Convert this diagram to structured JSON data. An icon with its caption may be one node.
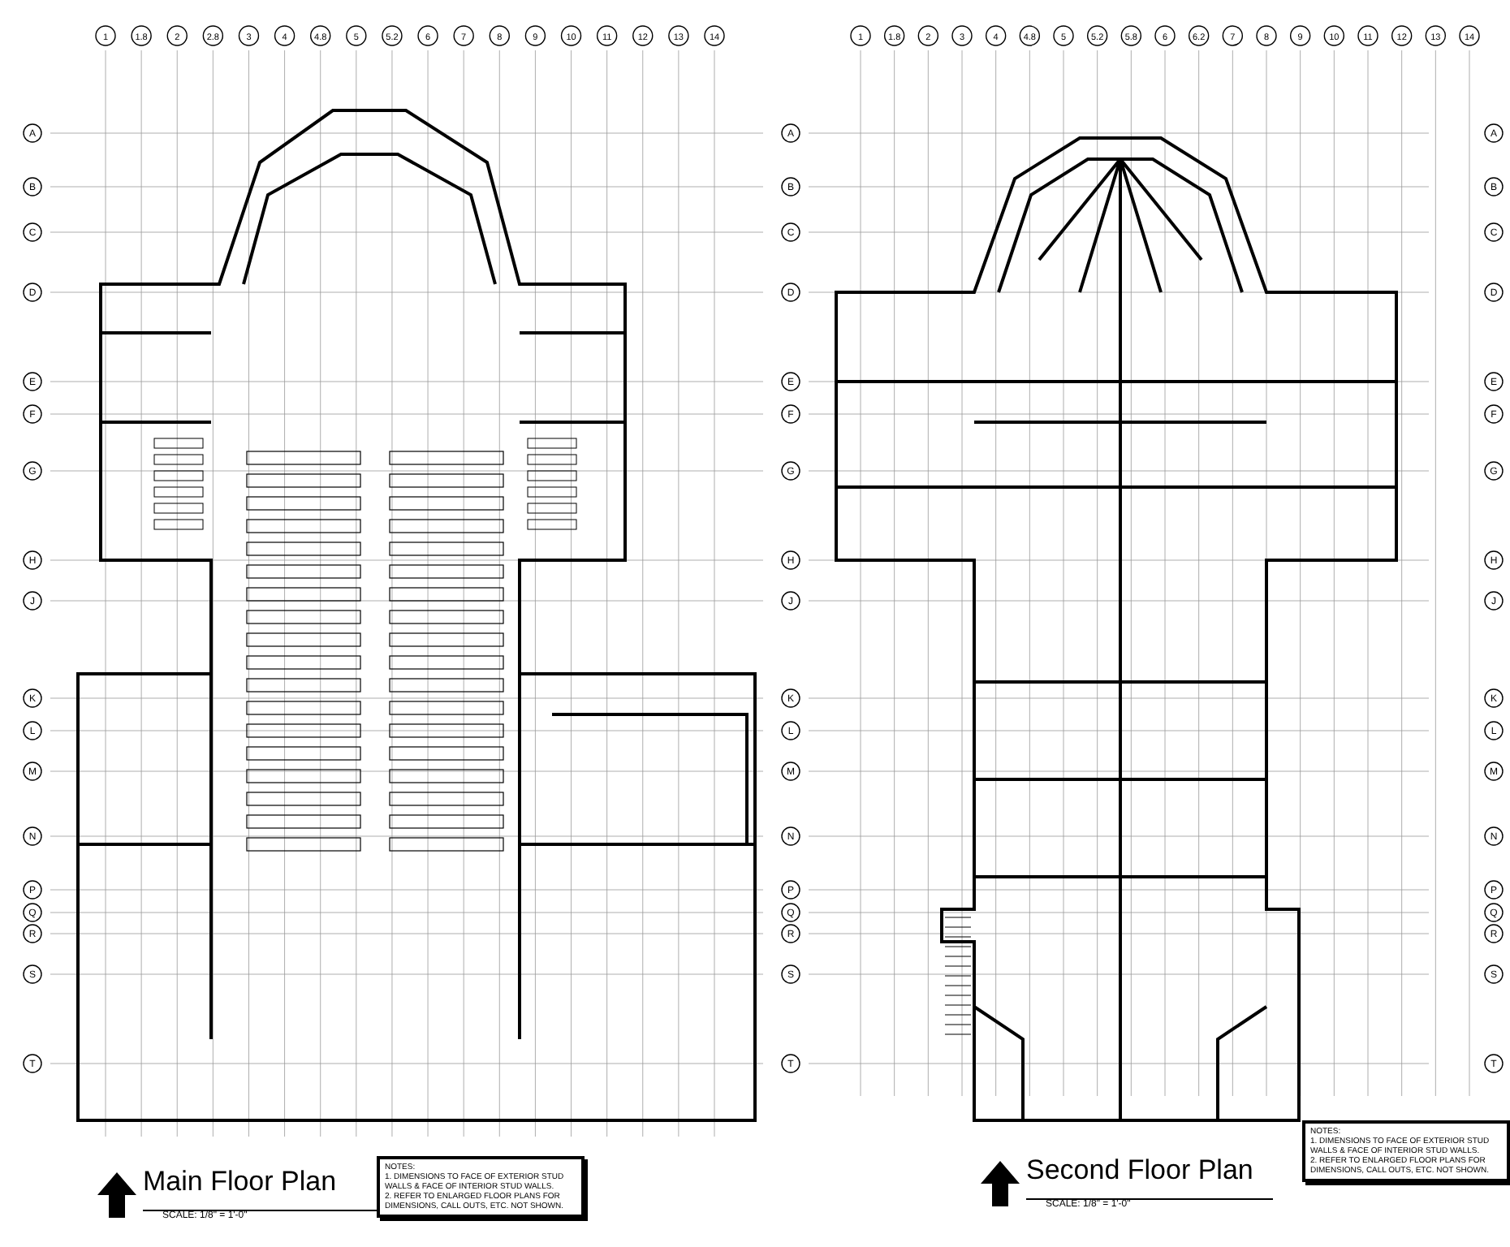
{
  "diagram": {
    "labels": [
      "1",
      "1.8",
      "2",
      "2.8",
      "3",
      "4",
      "4.8",
      "5",
      "5.2",
      "6",
      "7",
      "8",
      "9",
      "10",
      "11",
      "12",
      "13",
      "14",
      "A",
      "B",
      "C",
      "D",
      "E",
      "F",
      "G",
      "H",
      "J",
      "K",
      "L",
      "M",
      "N",
      "P",
      "Q",
      "R",
      "S",
      "T",
      "Main Floor Plan",
      "SCALE: 1/8\" = 1'-0\"",
      "NOTES:",
      "1. DIMENSIONS TO FACE OF EXTERIOR STUD WALLS & FACE OF INTERIOR STUD WALLS.",
      "2. REFER TO ENLARGED FLOOR PLANS FOR DIMENSIONS, CALL OUTS, ETC. NOT SHOWN.",
      "1",
      "1.8",
      "2",
      "3",
      "4",
      "4.8",
      "5",
      "5.2",
      "5.8",
      "6",
      "6.2",
      "7",
      "8",
      "9",
      "10",
      "11",
      "12",
      "13",
      "14",
      "A",
      "B",
      "C",
      "D",
      "E",
      "F",
      "G",
      "H",
      "J",
      "K",
      "L",
      "M",
      "N",
      "P",
      "Q",
      "R",
      "S",
      "T",
      "A",
      "B",
      "C",
      "D",
      "E",
      "F",
      "G",
      "H",
      "J",
      "K",
      "L",
      "M",
      "N",
      "P",
      "Q",
      "R",
      "S",
      "T",
      "Second Floor Plan",
      "SCALE: 1/8\" = 1'-0\"",
      "NOTES:",
      "1. DIMENSIONS TO FACE OF EXTERIOR STUD WALLS & FACE OF INTERIOR STUD WALLS.",
      "2. REFER TO ENLARGED FLOOR PLANS FOR DIMENSIONS, CALL OUTS, ETC. NOT SHOWN."
    ]
  }
}
